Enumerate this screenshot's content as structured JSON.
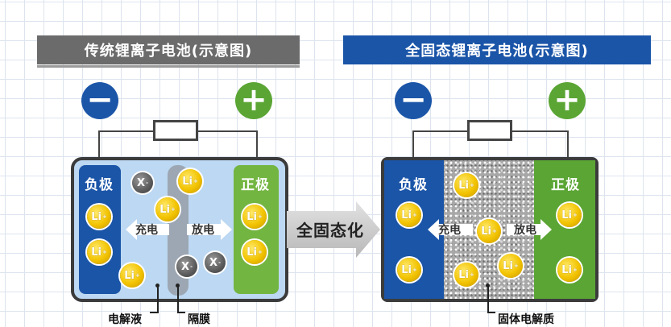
{
  "headers": {
    "traditional": "传统锂离子电池(示意图)",
    "solid_state": "全固态锂离子电池(示意图)"
  },
  "terminals": {
    "negative_symbol": "−",
    "positive_symbol": "+"
  },
  "electrodes": {
    "negative": "负极",
    "positive": "正极"
  },
  "ions": {
    "lithium": "Li",
    "lithium_charge": "+",
    "anion": "X",
    "anion_charge": "-"
  },
  "arrows": {
    "charge": "充电",
    "discharge": "放电",
    "transform": "全固态化"
  },
  "labels": {
    "electrolyte": "电解液",
    "separator": "隔膜",
    "solid_electrolyte": "固体电解质"
  },
  "colors": {
    "traditional_header": "#6b6b6b",
    "solid_header": "#1b55a8",
    "negative": "#1b55a8",
    "positive": "#5aa534",
    "electrolyte": "#bcd8f2",
    "lithium_ion": "#f2c300"
  }
}
